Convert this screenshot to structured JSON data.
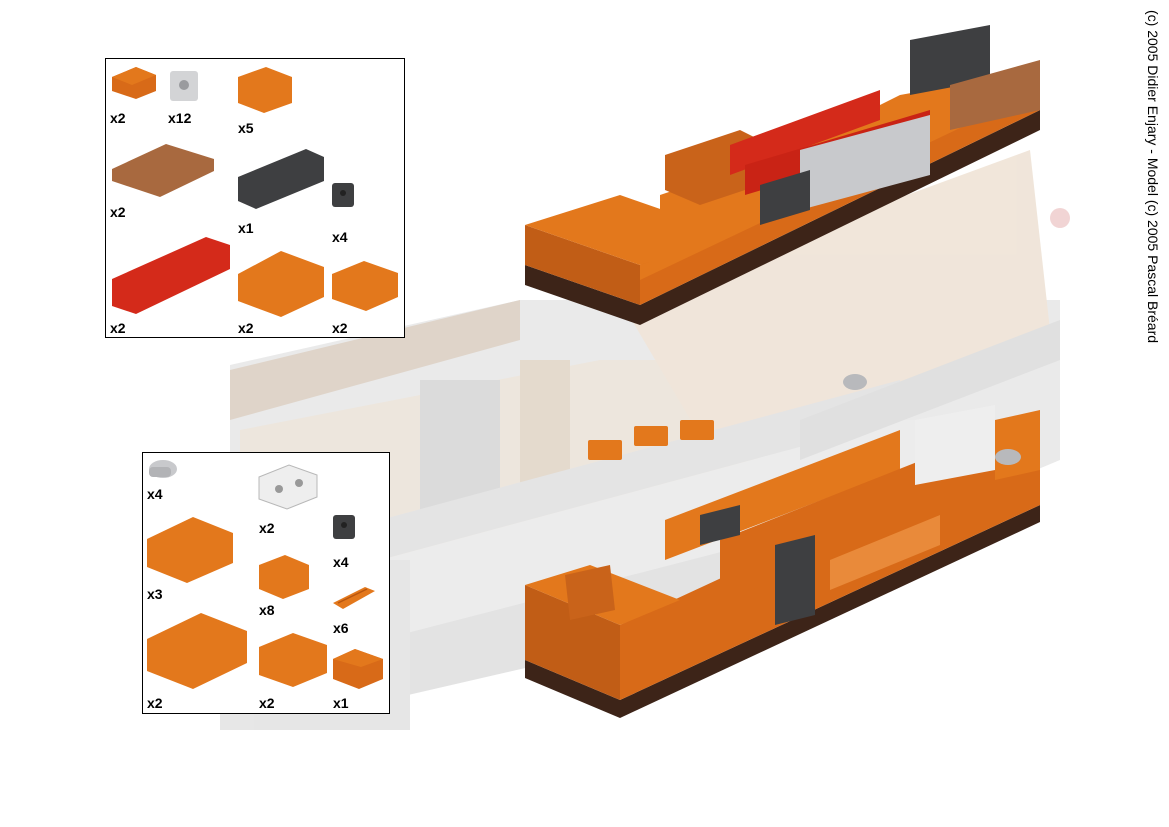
{
  "copyright": "(c) 2005 Didier Enjary - Model (c) 2005 Pascal Bréard",
  "colors": {
    "orange": "#e3781c",
    "dark_orange": "#b8560f",
    "brown": "#a8693f",
    "red": "#d42a1a",
    "dark_gray": "#3e3f41",
    "light_gray": "#d3d4d6",
    "ghost": "#dcdcdc"
  },
  "parts_box_1": {
    "items": [
      {
        "icon": "orange-slope-brick-icon",
        "qty": "x2"
      },
      {
        "icon": "light-gray-bracket-icon",
        "qty": "x12"
      },
      {
        "icon": "orange-brick-1x2-icon",
        "qty": "x5"
      },
      {
        "icon": "brown-plate-2x4-icon",
        "qty": "x2"
      },
      {
        "icon": "dark-gray-brick-1x4-icon",
        "qty": "x1"
      },
      {
        "icon": "dark-gray-bracket-icon",
        "qty": "x4"
      },
      {
        "icon": "red-brick-1x6-icon",
        "qty": "x2"
      },
      {
        "icon": "orange-brick-2x3-icon",
        "qty": "x2"
      },
      {
        "icon": "orange-brick-2x2-icon",
        "qty": "x2"
      }
    ]
  },
  "parts_box_2": {
    "items": [
      {
        "icon": "light-gray-pin-icon",
        "qty": "x4"
      },
      {
        "icon": "white-technic-brick-icon",
        "qty": "x2"
      },
      {
        "icon": "orange-brick-2x3-icon",
        "qty": "x3"
      },
      {
        "icon": "dark-gray-bracket-icon",
        "qty": "x4"
      },
      {
        "icon": "orange-brick-1x2-icon",
        "qty": "x8"
      },
      {
        "icon": "orange-grille-tile-icon",
        "qty": "x6"
      },
      {
        "icon": "orange-brick-2x4-icon",
        "qty": "x2"
      },
      {
        "icon": "orange-brick-2x2-icon",
        "qty": "x2"
      },
      {
        "icon": "orange-slope-brick-icon",
        "qty": "x1"
      }
    ]
  }
}
